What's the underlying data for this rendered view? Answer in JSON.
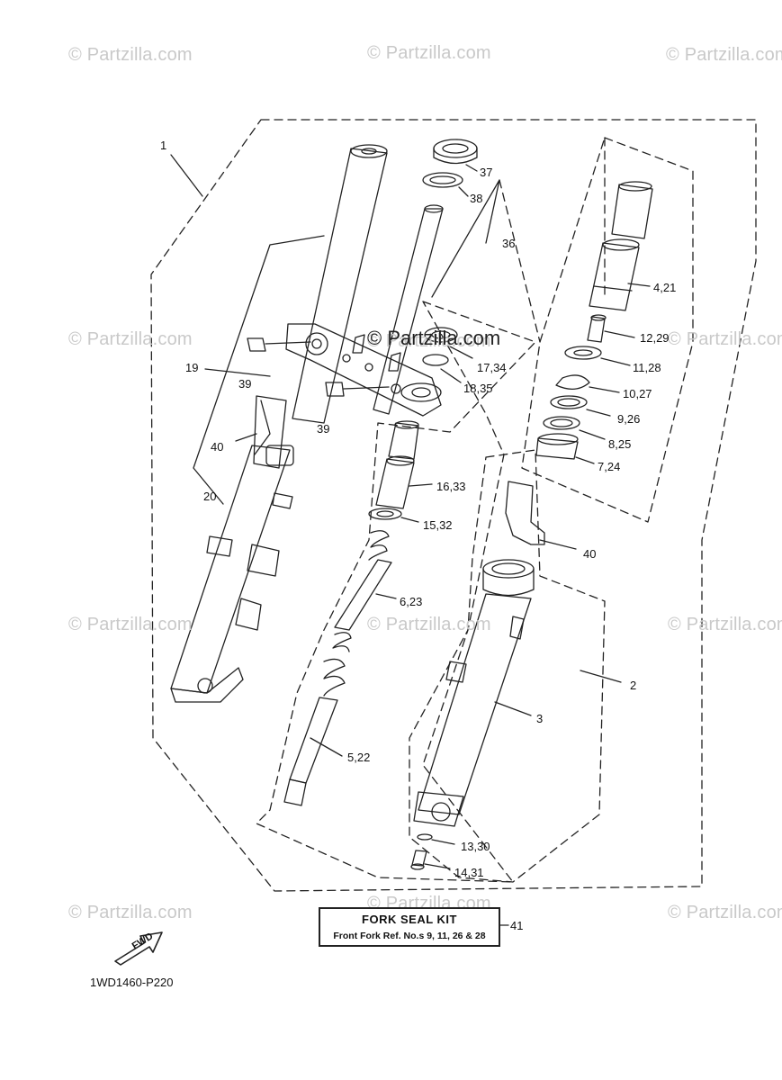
{
  "watermarks": {
    "text": "© Partzilla.com",
    "items": [
      "© Partzilla.com",
      "© Partzilla.com",
      "© Partzilla.com",
      "© Partzilla.com",
      "© Partzilla.com",
      "© Partzilla.com",
      "© Partzilla.com",
      "© Partzilla.com",
      "© Partzilla.com",
      "© Partzilla.com",
      "© Partzilla.com",
      "© Partzilla.com"
    ]
  },
  "center_watermark": "© Partzilla.com",
  "callouts": {
    "c1": "1",
    "c2": "2",
    "c3": "3",
    "c4_21": "4,21",
    "c5_22": "5,22",
    "c6_23": "6,23",
    "c7_24": "7,24",
    "c8_25": "8,25",
    "c9_26": "9,26",
    "c10_27": "10,27",
    "c11_28": "11,28",
    "c12_29": "12,29",
    "c13_30": "13,30",
    "c14_31": "14,31",
    "c15_32": "15,32",
    "c16_33": "16,33",
    "c17_34": "17,34",
    "c18_35": "18,35",
    "c19": "19",
    "c20": "20",
    "c36": "36",
    "c37": "37",
    "c38": "38",
    "c39a": "39",
    "c39b": "39",
    "c40a": "40",
    "c40b": "40",
    "c41": "41"
  },
  "kit_box": {
    "title": "FORK SEAL KIT",
    "subtitle": "Front Fork  Ref. No.s  9, 11, 26 & 28"
  },
  "fwd_label": "FWD",
  "diagram_code": "1WD1460-P220"
}
